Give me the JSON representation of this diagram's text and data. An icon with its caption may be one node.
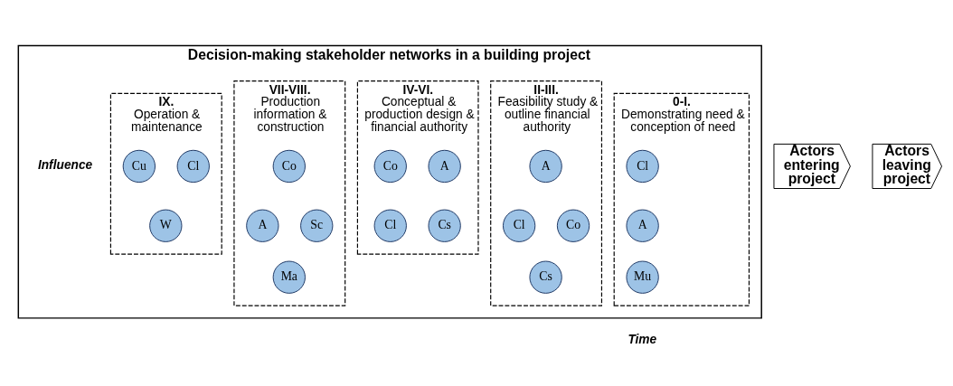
{
  "diagram": {
    "nodes": [
      {
        "text": [
          "Decision-making stakeholder networks in a building project"
        ]
      },
      {
        "text": [
          "0-I.",
          "Demonstrating need & conception of need"
        ],
        "in": 0
      },
      {
        "text": [
          "Cl"
        ],
        "in": 1
      },
      {
        "text": [
          "A"
        ],
        "in": 1
      },
      {
        "text": [
          "Mu"
        ],
        "in": 1
      },
      {
        "text": [
          "II-III.",
          "Feasibility study & outline financial authority"
        ],
        "in": 0
      },
      {
        "text": [
          "A"
        ],
        "in": 5
      },
      {
        "text": [
          "Cl"
        ],
        "in": 5
      },
      {
        "text": [
          "Co"
        ],
        "in": 5
      },
      {
        "text": [
          "Cs"
        ],
        "in": 5
      },
      {
        "text": [
          "IV-VI.",
          "Conceptual & production design & financial authority"
        ],
        "in": 0
      },
      {
        "text": [
          "A"
        ],
        "in": 10
      },
      {
        "text": [
          "Co"
        ],
        "in": 10
      },
      {
        "text": [
          "Cl"
        ],
        "in": 10
      },
      {
        "text": [
          "Cs"
        ],
        "in": 10
      },
      {
        "text": [
          "VII-VIII.",
          "Production information & construction"
        ],
        "in": 0
      },
      {
        "text": [
          "Co"
        ],
        "in": 15
      },
      {
        "text": [
          "A"
        ],
        "in": 15
      },
      {
        "text": [
          "Sc"
        ],
        "in": 15
      },
      {
        "text": [
          "Ma"
        ],
        "in": 15
      },
      {
        "text": [
          "IX.",
          "Operation & maintenance"
        ],
        "in": 0
      },
      {
        "text": [
          "Cl"
        ],
        "in": 20
      },
      {
        "text": [
          "Cu"
        ],
        "in": 20
      },
      {
        "text": [
          "W"
        ],
        "in": 20
      }
    ],
    "labels": [
      "Actors entering project",
      "Influence",
      "Time",
      "Actors leaving project"
    ]
  }
}
